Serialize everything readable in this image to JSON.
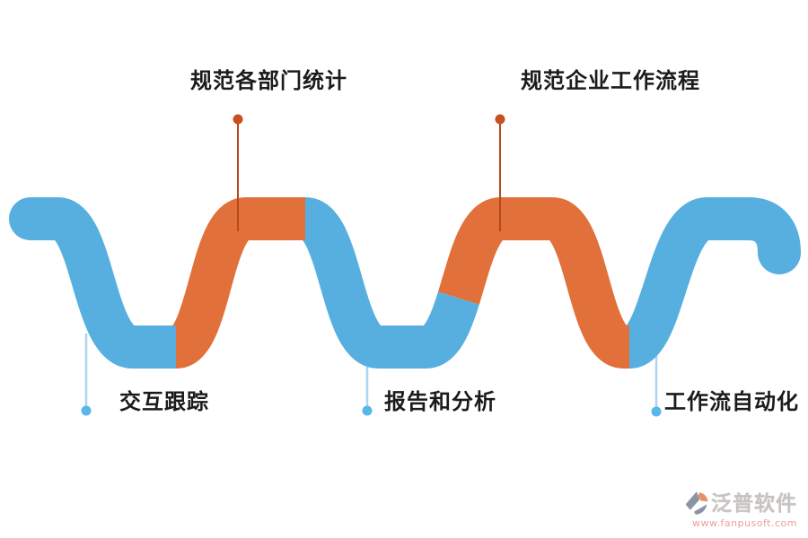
{
  "palette": {
    "ribbon_blue": "#57AFE0",
    "ribbon_orange": "#E2703A",
    "top_line": "#B5491B",
    "top_dot": "#C94F1E",
    "bottom_line": "#A9D6F0",
    "bottom_dot": "#56B7E8",
    "text": "#1b1b1b",
    "background": "#ffffff"
  },
  "diagram": {
    "type": "process-wave",
    "sections": [
      {
        "index": 1,
        "color": "blue",
        "label": "交互跟踪",
        "label_position": "bottom"
      },
      {
        "index": 2,
        "color": "orange",
        "label": "规范各部门统计",
        "label_position": "top"
      },
      {
        "index": 3,
        "color": "blue",
        "label": "报告和分析",
        "label_position": "bottom"
      },
      {
        "index": 4,
        "color": "orange",
        "label": "规范企业工作流程",
        "label_position": "top"
      },
      {
        "index": 5,
        "color": "blue",
        "label": "工作流自动化",
        "label_position": "bottom"
      }
    ]
  },
  "watermark": {
    "brand": "泛普软件",
    "url": "www.fanpusoft.com"
  }
}
